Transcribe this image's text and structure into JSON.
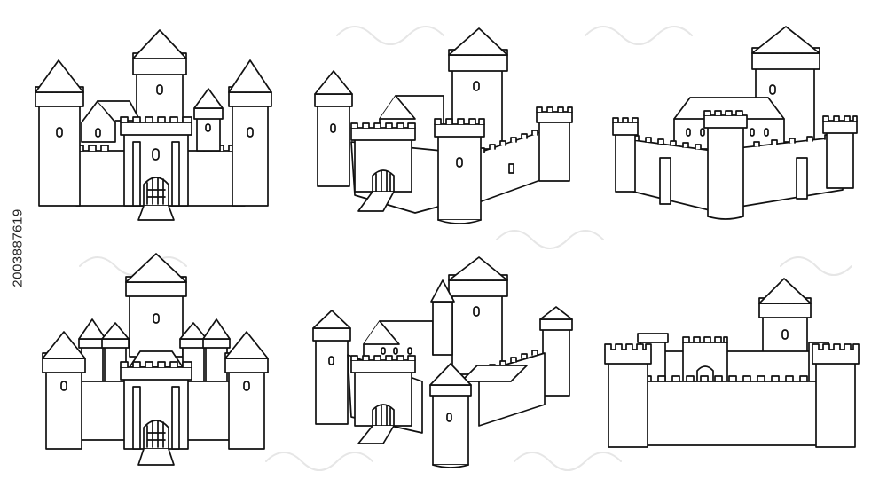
{
  "stock_id": "2003887619",
  "line_color": "#111111",
  "fill_color": "#ffffff",
  "watermark_color": "#e6e6e6",
  "castles": [
    {
      "name": "castle-front-five-towers"
    },
    {
      "name": "castle-isometric-keep-gatehouse"
    },
    {
      "name": "castle-hall-keep-walls"
    },
    {
      "name": "castle-front-nine-towers"
    },
    {
      "name": "castle-isometric-courtyard"
    },
    {
      "name": "castle-long-curtain-wall"
    }
  ]
}
